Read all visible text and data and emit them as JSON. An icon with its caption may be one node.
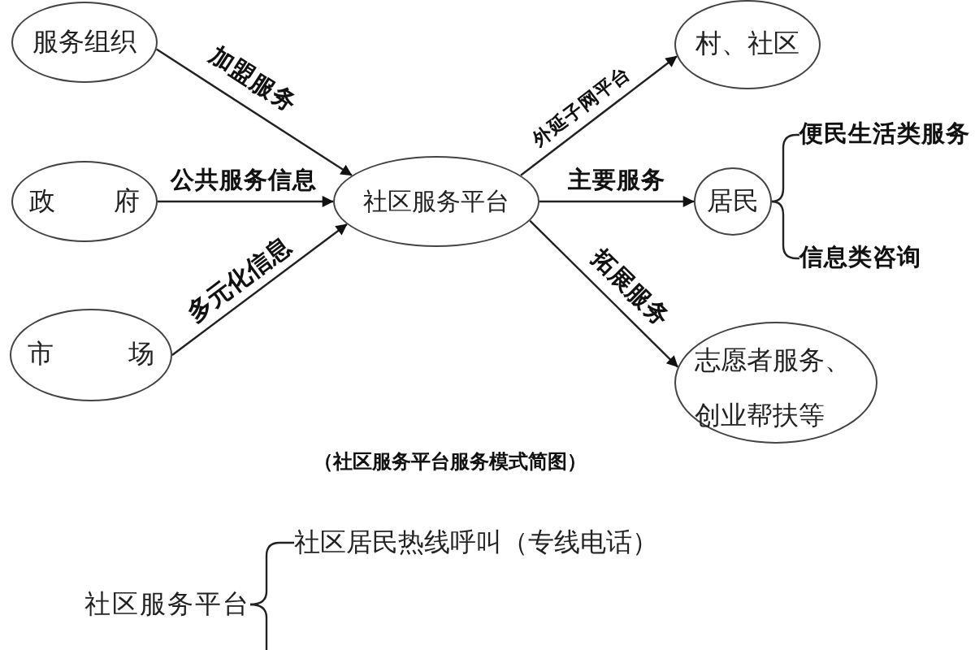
{
  "diagram": {
    "caption": "（社区服务平台服务模式简图）",
    "nodes": [
      {
        "text": [
          "服务组织"
        ]
      },
      {
        "text": [
          "政府"
        ]
      },
      {
        "text": [
          "市场"
        ]
      },
      {
        "text": [
          "社区服务平台"
        ]
      },
      {
        "text": [
          "村、社区"
        ]
      },
      {
        "text": [
          "居民"
        ]
      },
      {
        "text": [
          "便民生活类服务"
        ]
      },
      {
        "text": [
          "信息类咨询"
        ]
      },
      {
        "text": [
          "志愿者服务、创业帮扶等"
        ]
      },
      {
        "text": [
          "社区服务平台"
        ]
      },
      {
        "text": [
          "社区居民热线呼叫（专线电话）"
        ]
      }
    ],
    "edges": [
      {
        "from": 0,
        "to": 3,
        "arrow": "to",
        "label": "加盟服务"
      },
      {
        "from": 1,
        "to": 3,
        "arrow": "to",
        "label": "公共服务信息"
      },
      {
        "from": 2,
        "to": 3,
        "arrow": "to",
        "label": "多元化信息"
      },
      {
        "from": 3,
        "to": 4,
        "arrow": "to",
        "label": "外延子网平台"
      },
      {
        "from": 3,
        "to": 5,
        "arrow": "to",
        "label": "主要服务"
      },
      {
        "from": 3,
        "to": 8,
        "arrow": "to",
        "label": "拓展服务"
      },
      {
        "from": 5,
        "to": 6,
        "arrow": "none"
      },
      {
        "from": 5,
        "to": 7,
        "arrow": "none"
      },
      {
        "from": 9,
        "to": 10,
        "arrow": "none"
      },
      {
        "from": 9,
        "to": null,
        "arrow": "none"
      }
    ]
  }
}
